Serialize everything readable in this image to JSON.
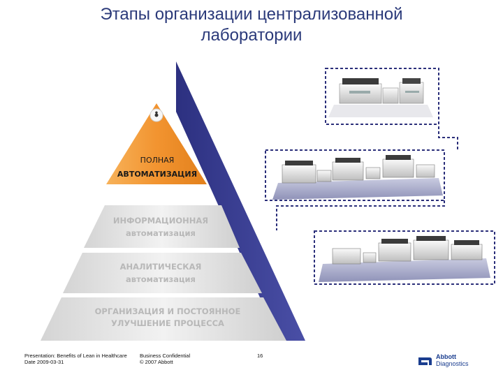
{
  "title": {
    "line1": "Этапы организации централизованной",
    "line2": "лаборатории"
  },
  "pyramid": {
    "apex_marker": "•",
    "levels": [
      {
        "line1": "ПОЛНАЯ",
        "line2": "АВТОМАТИЗАЦИЯ",
        "color": "#f49a30"
      },
      {
        "line1": "ИНФОРМАЦИОННАЯ",
        "line2": "автоматизация",
        "color": "#e8e8e8"
      },
      {
        "line1": "АНАЛИТИЧЕСКАЯ",
        "line2": "автоматизация",
        "color": "#e0e0e0"
      },
      {
        "line1": "ОРГАНИЗАЦИЯ И ПОСТОЯННОЕ",
        "line2": "УЛУЧШЕНИЕ ПРОЦЕССА",
        "color": "#dadada"
      }
    ],
    "accent_color": "#3a3f8f"
  },
  "footer": {
    "presentation": "Presentation: Benefits of Lean in Healthcare",
    "date": "Date 2009-03-31",
    "confidential": "Business Confidential",
    "copyright": "© 2007 Abbott",
    "page_number": "16",
    "logo_name": "Abbott",
    "logo_sub": "Diagnostics"
  }
}
